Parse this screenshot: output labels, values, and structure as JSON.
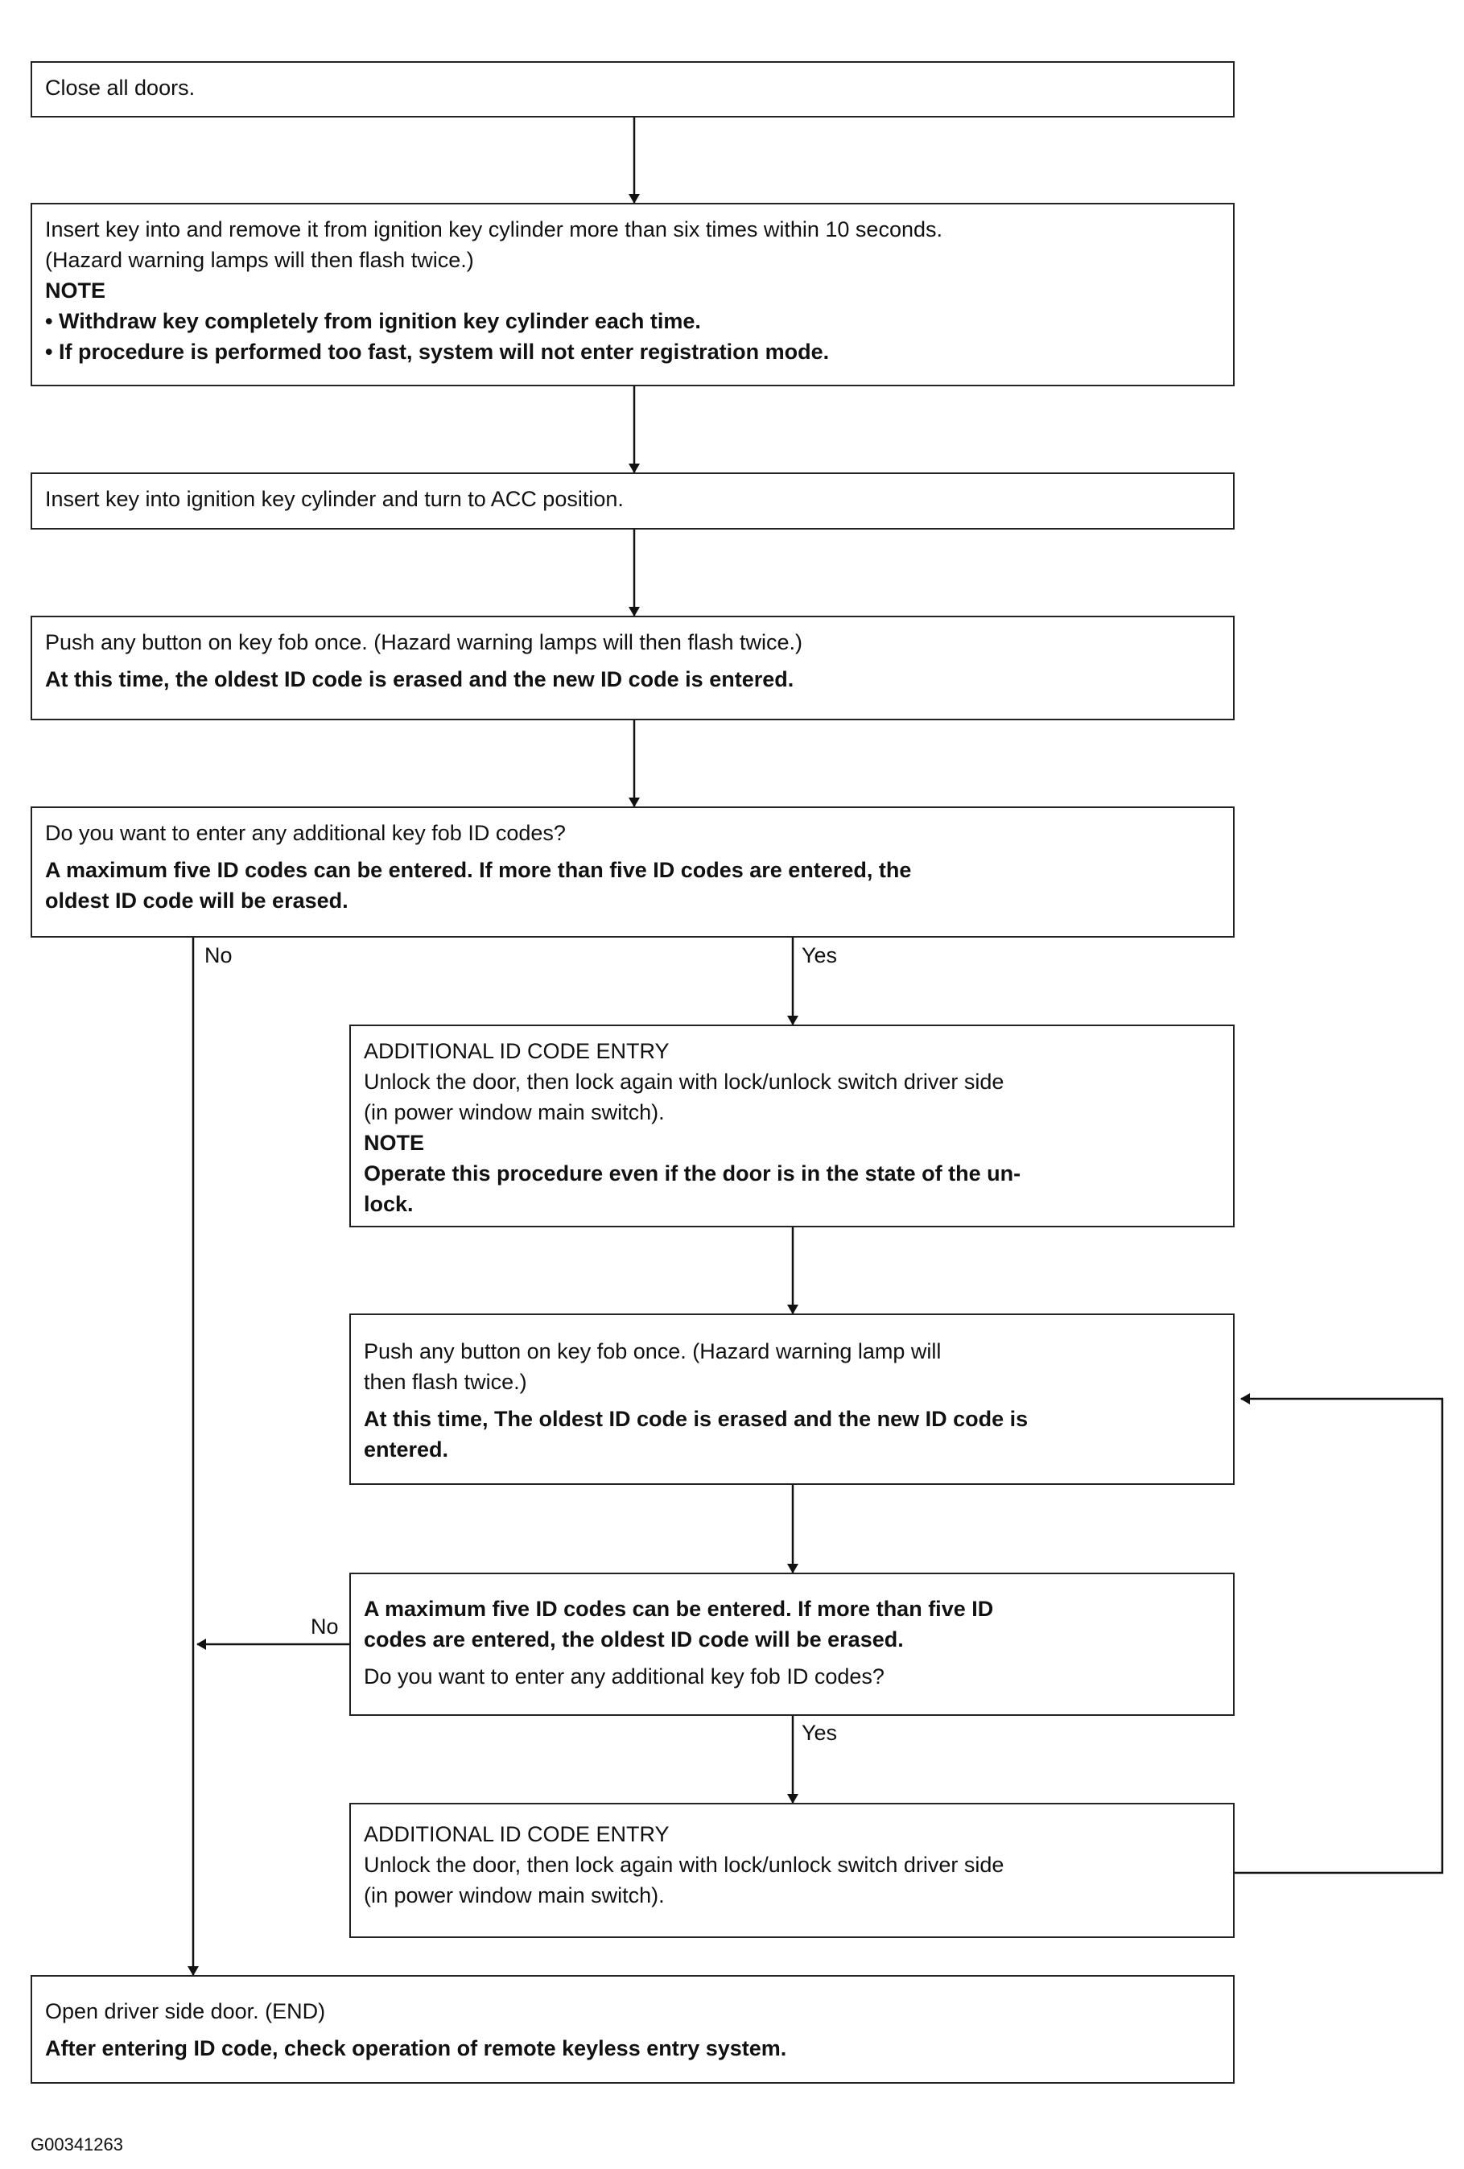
{
  "steps": {
    "close_doors": "Close all doors.",
    "insert_remove": {
      "line1": "Insert key into and remove it from ignition key cylinder more than six times within 10 seconds.",
      "line2": "(Hazard warning lamps will then flash twice.)",
      "note_title": "NOTE",
      "bullet1": "• Withdraw key completely from ignition key cylinder each time.",
      "bullet2": "• If procedure is performed too fast, system will not enter registration mode."
    },
    "acc": "Insert key into ignition key cylinder and turn to ACC position.",
    "push_first": {
      "line1": "Push any button on key fob once. (Hazard warning lamps will then flash twice.)",
      "bold": "At this time, the oldest ID code is erased and the new ID code is entered."
    },
    "question_first": {
      "line1": "Do you want to enter any additional key fob ID codes?",
      "bold1": "A  maximum five ID codes can be entered. If more than five ID codes are entered, the",
      "bold2": "oldest ID code will be erased."
    },
    "entry_first": {
      "title": "ADDITIONAL ID CODE ENTRY",
      "line1": "Unlock the door, then lock again with lock/unlock switch driver side",
      "line2": "(in power window main switch).",
      "note_title": "NOTE",
      "bold1": "Operate this procedure even if the door is in the state of the un-",
      "bold2": "lock."
    },
    "push_second": {
      "line1": "Push any button on key fob once. (Hazard warning lamp will",
      "line2": "then flash twice.)",
      "bold1": "At this time, The oldest ID code is erased and the new ID code is",
      "bold2": "entered."
    },
    "question_second": {
      "bold1": "A  maximum five ID codes can be entered. If more than five ID",
      "bold2": "codes are entered, the oldest ID code will be erased.",
      "line1": "Do you want to enter any additional key fob ID codes?"
    },
    "entry_second": {
      "title": "ADDITIONAL ID CODE ENTRY",
      "line1": "Unlock the door, then lock again with lock/unlock switch driver side",
      "line2": "(in power window main switch)."
    },
    "end": {
      "line1": "Open driver side door. (END)",
      "bold": "After entering ID code, check operation of remote keyless entry system."
    }
  },
  "labels": {
    "no": "No",
    "yes": "Yes"
  },
  "caption": "G00341263"
}
